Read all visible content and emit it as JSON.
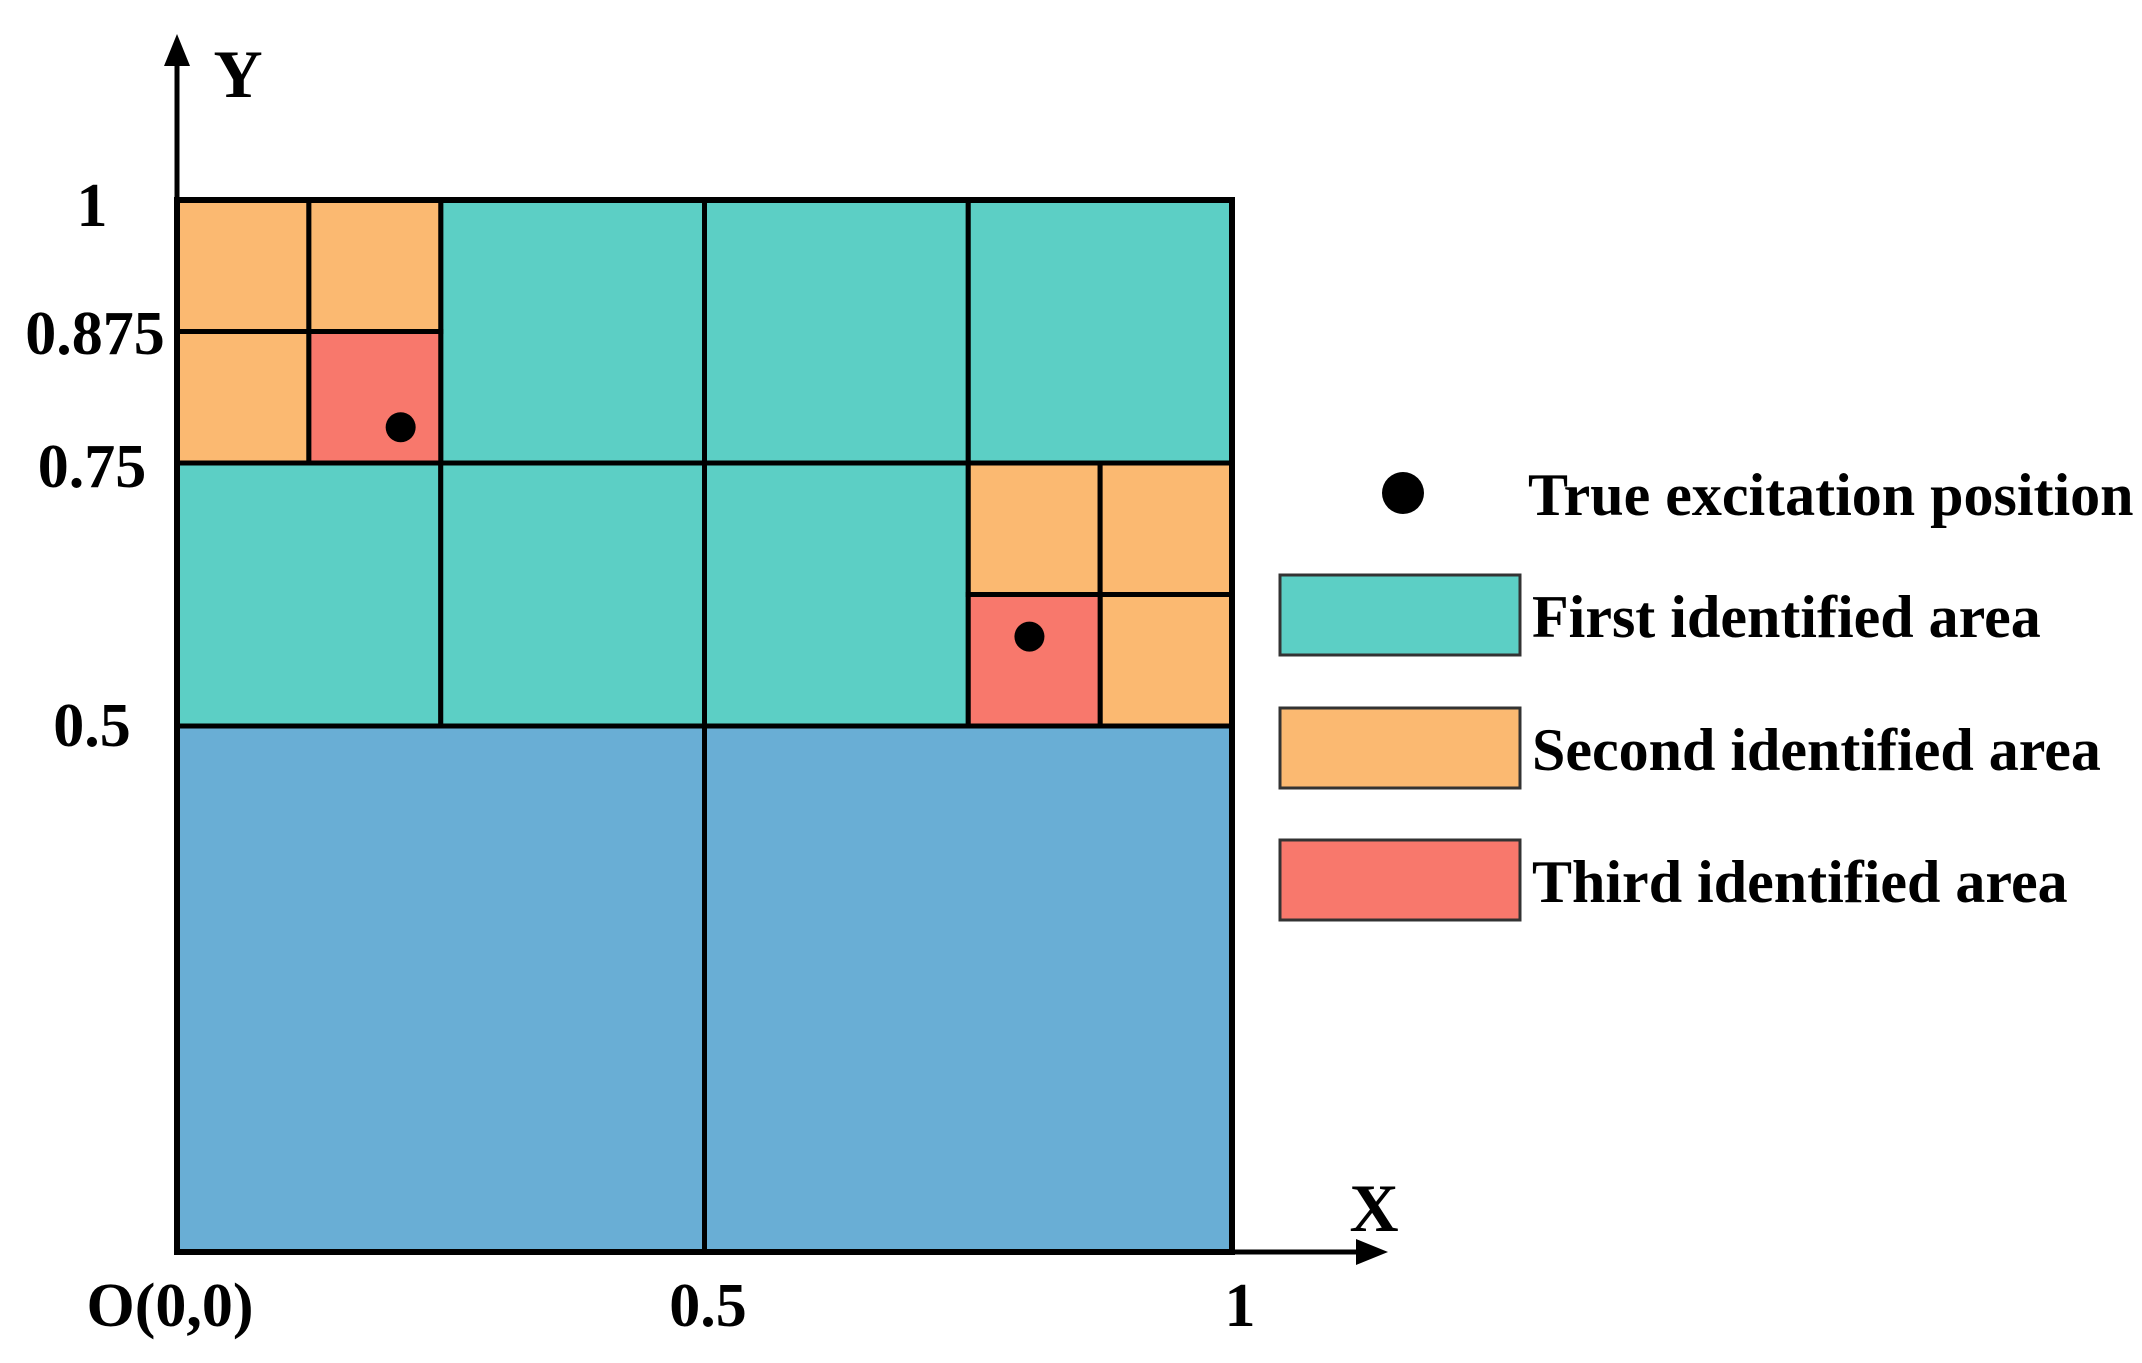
{
  "colors": {
    "first": "#5CCFC5",
    "second": "#FBB971",
    "third": "#F8786C",
    "base": "#69AED5",
    "stroke": "#000000",
    "point": "#000000",
    "background": "#FFFFFF"
  },
  "axes": {
    "x_label": "X",
    "y_label": "Y",
    "origin_label": "O(0,0)",
    "x_ticks": [
      {
        "value": 0.5,
        "label": "0.5"
      },
      {
        "value": 1,
        "label": "1"
      }
    ],
    "y_ticks": [
      {
        "value": 1,
        "label": "1"
      },
      {
        "value": 0.875,
        "label": "0.875"
      },
      {
        "value": 0.75,
        "label": "0.75"
      },
      {
        "value": 0.5,
        "label": "0.5"
      }
    ]
  },
  "legend": {
    "position": "right",
    "point_label": "True excitation position",
    "entries": [
      {
        "label": "First identified area",
        "color_key": "first"
      },
      {
        "label": "Second identified area",
        "color_key": "second"
      },
      {
        "label": "Third identified area",
        "color_key": "third"
      }
    ]
  },
  "chart_data": {
    "type": "heatmap",
    "title": "",
    "xlabel": "X",
    "ylabel": "Y",
    "xlim": [
      0,
      1
    ],
    "ylim": [
      0,
      1
    ],
    "grid": false,
    "legend_position": "right",
    "cells": [
      {
        "x": 0,
        "y": 0,
        "w": 0.5,
        "h": 0.5,
        "area": "base"
      },
      {
        "x": 0.5,
        "y": 0,
        "w": 0.5,
        "h": 0.5,
        "area": "base"
      },
      {
        "x": 0,
        "y": 0.5,
        "w": 0.25,
        "h": 0.25,
        "area": "first"
      },
      {
        "x": 0.25,
        "y": 0.5,
        "w": 0.25,
        "h": 0.25,
        "area": "first"
      },
      {
        "x": 0.5,
        "y": 0.5,
        "w": 0.25,
        "h": 0.25,
        "area": "first"
      },
      {
        "x": 0.25,
        "y": 0.75,
        "w": 0.25,
        "h": 0.25,
        "area": "first"
      },
      {
        "x": 0.5,
        "y": 0.75,
        "w": 0.25,
        "h": 0.25,
        "area": "first"
      },
      {
        "x": 0.75,
        "y": 0.75,
        "w": 0.25,
        "h": 0.25,
        "area": "first"
      },
      {
        "x": 0,
        "y": 0.875,
        "w": 0.125,
        "h": 0.125,
        "area": "second"
      },
      {
        "x": 0.125,
        "y": 0.875,
        "w": 0.125,
        "h": 0.125,
        "area": "second"
      },
      {
        "x": 0,
        "y": 0.75,
        "w": 0.125,
        "h": 0.125,
        "area": "second"
      },
      {
        "x": 0.75,
        "y": 0.625,
        "w": 0.125,
        "h": 0.125,
        "area": "second"
      },
      {
        "x": 0.875,
        "y": 0.625,
        "w": 0.125,
        "h": 0.125,
        "area": "second"
      },
      {
        "x": 0.875,
        "y": 0.5,
        "w": 0.125,
        "h": 0.125,
        "area": "second"
      },
      {
        "x": 0.125,
        "y": 0.75,
        "w": 0.125,
        "h": 0.125,
        "area": "third"
      },
      {
        "x": 0.75,
        "y": 0.5,
        "w": 0.125,
        "h": 0.125,
        "area": "third"
      }
    ],
    "points": [
      {
        "x": 0.212,
        "y": 0.784
      },
      {
        "x": 0.808,
        "y": 0.585
      }
    ],
    "point_style": "filled-black-circle"
  }
}
